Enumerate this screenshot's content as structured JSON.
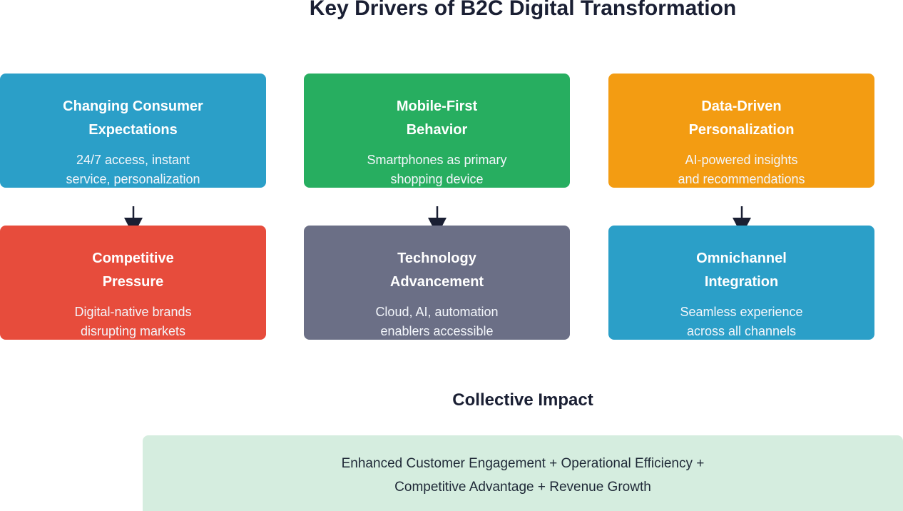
{
  "diagram": {
    "title": "Key Drivers of B2C Digital Transformation",
    "drivers": [
      {
        "title": "Changing Consumer\nExpectations",
        "description": "24/7 access, instant\nservice, personalization",
        "color": "#2b9fc8"
      },
      {
        "title": "Mobile-First\nBehavior",
        "description": "Smartphones as primary\nshopping device",
        "color": "#27ae60"
      },
      {
        "title": "Data-Driven\nPersonalization",
        "description": "AI-powered insights\nand recommendations",
        "color": "#f39c12"
      },
      {
        "title": "Competitive\nPressure",
        "description": "Digital-native brands\ndisrupting markets",
        "color": "#e74c3c"
      },
      {
        "title": "Technology\nAdvancement",
        "description": "Cloud, AI, automation\nenablers accessible",
        "color": "#6b6f86"
      },
      {
        "title": "Omnichannel\nIntegration",
        "description": "Seamless experience\nacross all channels",
        "color": "#2b9fc8"
      }
    ],
    "arrow_color": "#1a1f33",
    "impact": {
      "heading": "Collective Impact",
      "text": "Enhanced Customer Engagement + Operational Efficiency +\nCompetitive Advantage + Revenue Growth",
      "color": "#d5eddf"
    }
  }
}
